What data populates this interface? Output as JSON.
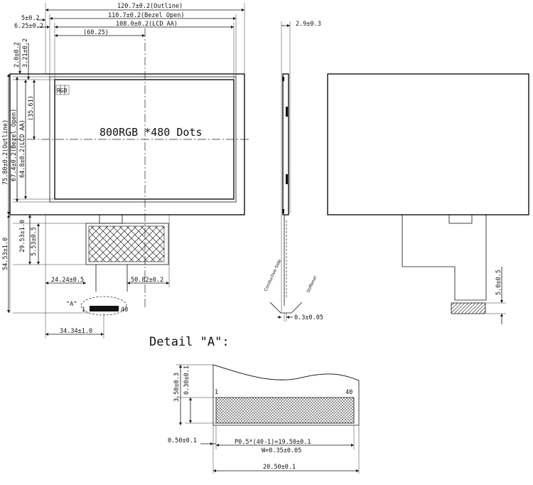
{
  "front_view": {
    "dim_outline_width": "120.7±0.2(Outline)",
    "dim_bezel_width": "110.7±0.2(Bezel Open)",
    "dim_aa_width": "108.0±0.2(LCD AA)",
    "dim_center": "(60.25)",
    "dim_left_5": "5±0.2",
    "dim_left_625": "6.25±0.2",
    "dim_top_2": "2.0±0.2",
    "dim_top_321": "3.21±0.2",
    "dim_outline_height": "75.80±0.2(Outline)",
    "dim_bezel_height": "67.4±0.2(Bezel Open)",
    "dim_aa_height": "64.8±0.2(LCD AA)",
    "dim_mid_height": "(35.61)",
    "rgb_label": "RGB",
    "resolution_label": "800RGB *480 Dots",
    "dim_fpc_29": "29.53±1.0",
    "dim_fpc_5": "5.53±0.5",
    "dim_fpc_total": "54.53±1.0",
    "dim_fpc_left": "24.24±0.5",
    "dim_fpc_right": "50.82±0.2",
    "dim_fpc_center": "34.34±1.0",
    "detail_marker": "\"A\"",
    "pin_first": "1",
    "pin_last": "40"
  },
  "side_view": {
    "dim_thickness": "2.9±0.3",
    "conductive_label": "Conductive Side",
    "stiffener_label": "Stiffener",
    "dim_fpc_thickness": "0.3±0.05"
  },
  "back_view": {
    "dim_stiffener": "5.0±0.5"
  },
  "detail": {
    "title": "Detail \"A\":",
    "dim_350": "3.50±0.3",
    "dim_030": "0.30±0.1",
    "pin_first": "1",
    "pin_last": "40",
    "dim_050": "0.50±0.1",
    "dim_pitch": "P0.5*(40-1)=19.50±0.1",
    "dim_w": "W=0.35±0.05",
    "dim_total": "20.50±0.1"
  }
}
